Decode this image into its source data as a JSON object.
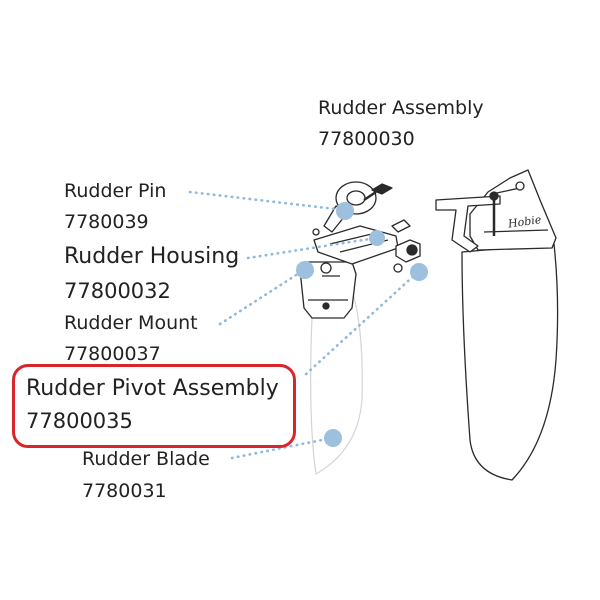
{
  "colors": {
    "callout_dot": "#9dc0de",
    "callout_line": "#8fb8dc",
    "highlight": "#d8262b",
    "line_art": "#2a2a2a"
  },
  "assembly": {
    "title": "Rudder Assembly",
    "part": "77800030"
  },
  "parts": [
    {
      "id": "rudder-pin",
      "label": "Rudder Pin",
      "part": "7780039"
    },
    {
      "id": "rudder-housing",
      "label": "Rudder Housing",
      "part": "77800032"
    },
    {
      "id": "rudder-mount",
      "label": "Rudder Mount",
      "part": "77800037"
    },
    {
      "id": "rudder-pivot-assembly",
      "label": "Rudder Pivot Assembly",
      "part": "77800035"
    },
    {
      "id": "rudder-blade",
      "label": "Rudder Blade",
      "part": "7780031"
    }
  ],
  "brand": {
    "logo_text": "Hobie"
  }
}
